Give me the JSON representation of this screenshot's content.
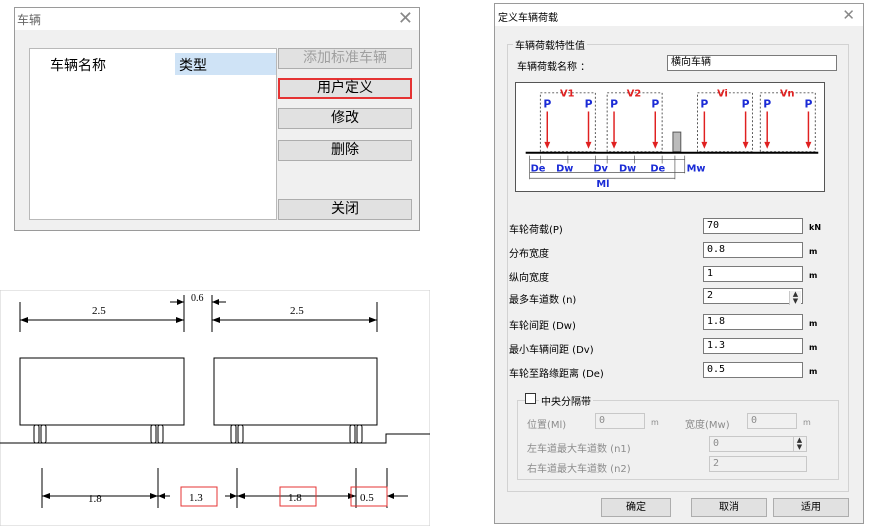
{
  "vehicles_dialog": {
    "title": "车辆",
    "columns": [
      "车辆名称",
      "类型"
    ],
    "buttons": {
      "add_standard": "添加标准车辆",
      "user_defined": "用户定义",
      "modify": "修改",
      "delete": "删除",
      "close": "关闭"
    }
  },
  "drawing": {
    "top_dims": [
      "2.5",
      "0.6",
      "2.5"
    ],
    "bottom_dims": [
      "1.8",
      "1.3",
      "1.8",
      "0.5"
    ]
  },
  "load_dialog": {
    "title": "定义车辆荷载",
    "group_title": "车辆荷载特性值",
    "name_label": "车辆荷载名称 ：",
    "name_value": "横向车辆",
    "diagram": {
      "group_labels": [
        "V1",
        "V2",
        "Vi",
        "Vn"
      ],
      "p_label": "P",
      "dim_labels": [
        "De",
        "Dw",
        "Dv",
        "Dw",
        "De",
        "Mw"
      ],
      "total_label": "Ml"
    },
    "fields": [
      {
        "label": "车轮荷载(P)",
        "value": "70",
        "unit": "kN"
      },
      {
        "label": "分布宽度",
        "value": "0.8",
        "unit": "m"
      },
      {
        "label": "纵向宽度",
        "value": "1",
        "unit": "m"
      },
      {
        "label": "最多车道数 (n)",
        "value": "2",
        "unit": ""
      },
      {
        "label": "车轮间距 (Dw)",
        "value": "1.8",
        "unit": "m"
      },
      {
        "label": "最小车辆间距 (Dv)",
        "value": "1.3",
        "unit": "m"
      },
      {
        "label": "车轮至路缘距离 (De)",
        "value": "0.5",
        "unit": "m"
      }
    ],
    "median": {
      "checkbox_label": "中央分隔带",
      "position_label": "位置(Ml)",
      "position_value": "0",
      "position_unit": "m",
      "width_label": "宽度(Mw)",
      "width_value": "0",
      "width_unit": "m",
      "left_lanes_label": "左车道最大车道数 (n1)",
      "left_lanes_value": "0",
      "right_lanes_label": "右车道最大车道数 (n2)",
      "right_lanes_value": "2"
    },
    "buttons": {
      "ok": "确定",
      "cancel": "取消",
      "apply": "适用"
    }
  },
  "colors": {
    "highlight_red": "#e53333",
    "diagram_blue": "#1a2bd6",
    "diagram_red": "#e02020"
  }
}
